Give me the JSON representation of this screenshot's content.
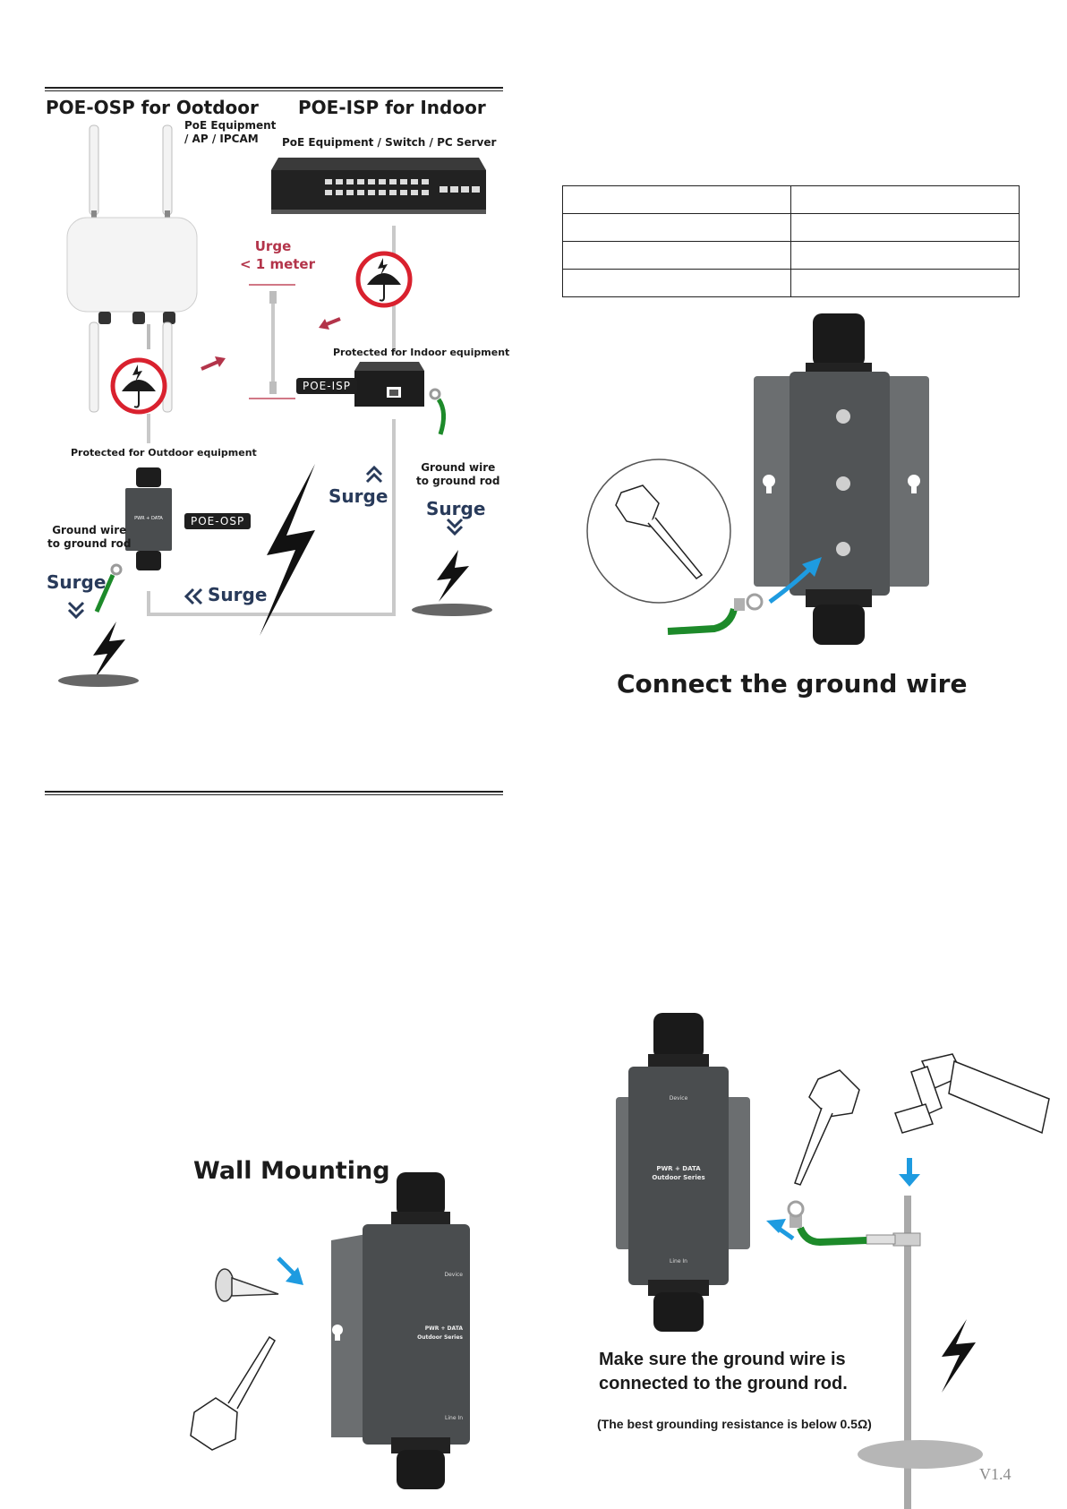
{
  "left_diagram": {
    "title_outdoor": "POE-OSP for Ootdoor",
    "title_indoor": "POE-ISP for Indoor",
    "poe_equipment_ap": [
      "PoE Equipment",
      "/ AP / IPCAM"
    ],
    "poe_equipment_switch": "PoE Equipment  / Switch / PC Server",
    "urge": [
      "Urge",
      "< 1 meter"
    ],
    "protected_indoor": "Protected for Indoor equipment",
    "protected_outdoor": "Protected for Outdoor equipment",
    "tag_isp": "POE-ISP",
    "tag_osp": "POE-OSP",
    "ground_wire_right": [
      "Ground wire",
      "to ground rod"
    ],
    "ground_wire_left": [
      "Ground wire",
      "to ground rod"
    ],
    "surge": "Surge"
  },
  "spec_table": {
    "rows": [
      [
        "",
        ""
      ],
      [
        "",
        ""
      ],
      [
        "",
        ""
      ],
      [
        "",
        ""
      ]
    ]
  },
  "connect_ground": {
    "caption": "Connect the ground wire"
  },
  "wall_mounting": {
    "caption": "Wall Mounting",
    "device_labels": [
      "Device",
      "PWR + DATA",
      "Outdoor Series",
      "Line In"
    ]
  },
  "ground_rod": {
    "note": [
      "Make sure the ground wire is",
      "connected to the ground rod."
    ],
    "resistance": "(The best grounding resistance is below 0.5Ω)",
    "device_labels": [
      "Device",
      "PWR + DATA",
      "Outdoor Series",
      "Line In"
    ]
  },
  "version": "V1.4",
  "colors": {
    "accent_red": "#b3344a",
    "surge_navy": "#283a5a",
    "arrow_blue": "#1e9be0",
    "ground_green": "#1d8a2a",
    "device_gray": "#4a4d4f"
  }
}
